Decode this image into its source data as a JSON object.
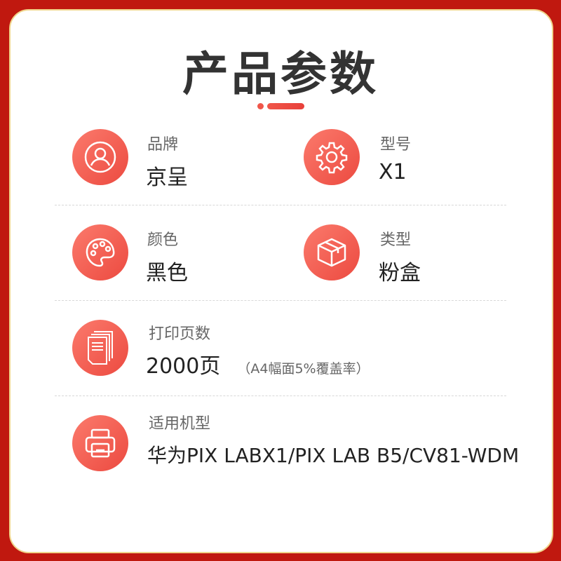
{
  "title": "产品参数",
  "params": [
    {
      "label": "品牌",
      "value": "京呈",
      "icon": "user-icon"
    },
    {
      "label": "型号",
      "value": "X1",
      "icon": "gear-icon"
    },
    {
      "label": "颜色",
      "value": "黑色",
      "icon": "palette-icon"
    },
    {
      "label": "类型",
      "value": "粉盒",
      "icon": "box-icon"
    },
    {
      "label": "打印页数",
      "value": "2000页",
      "note": "（A4幅面5%覆盖率）",
      "icon": "pages-icon"
    },
    {
      "label": "适用机型",
      "value": "华为PIX LABX1/PIX LAB B5/CV81-WDM",
      "icon": "printer-icon"
    }
  ],
  "colors": {
    "frame": "#c0180f",
    "accent": "#f0564a"
  }
}
